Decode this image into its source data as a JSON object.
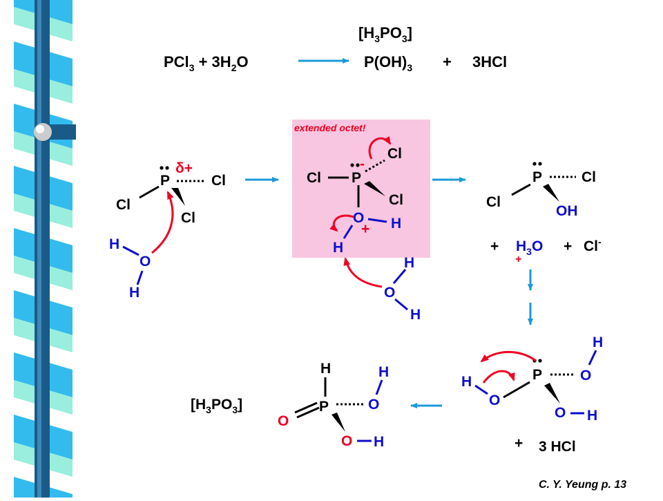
{
  "colors": {
    "accent_blue": "#0d0dcc",
    "arrow_blue": "#1a9ad9",
    "arrow_red": "#ee0022",
    "highlight_pink": "#f8c6e0"
  },
  "equation": {
    "top_label": [
      "[H",
      "3",
      "PO",
      "3",
      "]"
    ],
    "reactants": [
      "PCl",
      "3",
      " + 3H",
      "2",
      "O"
    ],
    "product1": [
      "P(OH)",
      "3"
    ],
    "plus": "+",
    "product2": "3HCl"
  },
  "step1": {
    "P": "P",
    "delta": "δ+",
    "Cl_right": "Cl",
    "Cl_left": "Cl",
    "Cl_wedge": "Cl",
    "H_top": "H",
    "O": "O",
    "H_bottom": "H"
  },
  "step2": {
    "note": "extended octet!",
    "minus": "-",
    "Cl_left": "Cl",
    "P": "P",
    "Cl_top": "Cl",
    "Cl_wedge": "Cl",
    "O": "O",
    "plus": "+",
    "H_right": "H",
    "H_left": "H",
    "water_H_top": "H",
    "water_O": "O",
    "water_H_bottom": "H"
  },
  "step3": {
    "P": "P",
    "Cl_right": "Cl",
    "Cl_left": "Cl",
    "OH": "OH",
    "byproducts": {
      "plus1": "+",
      "h3o": [
        "H",
        "3",
        "O"
      ],
      "h3o_charge": "+",
      "plus2": "+",
      "cl": "Cl",
      "cl_charge": "-"
    }
  },
  "step4": {
    "H_top": "H",
    "O_right": "O",
    "H_left": "H",
    "O_left": "O",
    "P": "P",
    "O_bottom": "O",
    "H_bottom": "H",
    "plus": "+",
    "hcl": "3 HCl"
  },
  "product": {
    "label": [
      "[H",
      "3",
      "PO",
      "3",
      "]"
    ],
    "H_top": "H",
    "H_right_top": "H",
    "O_dbl": "O",
    "P": "P",
    "O_right": "O",
    "O_bottom": "O",
    "H_bottom": "H"
  },
  "credit": "C. Y. Yeung  p. 13"
}
